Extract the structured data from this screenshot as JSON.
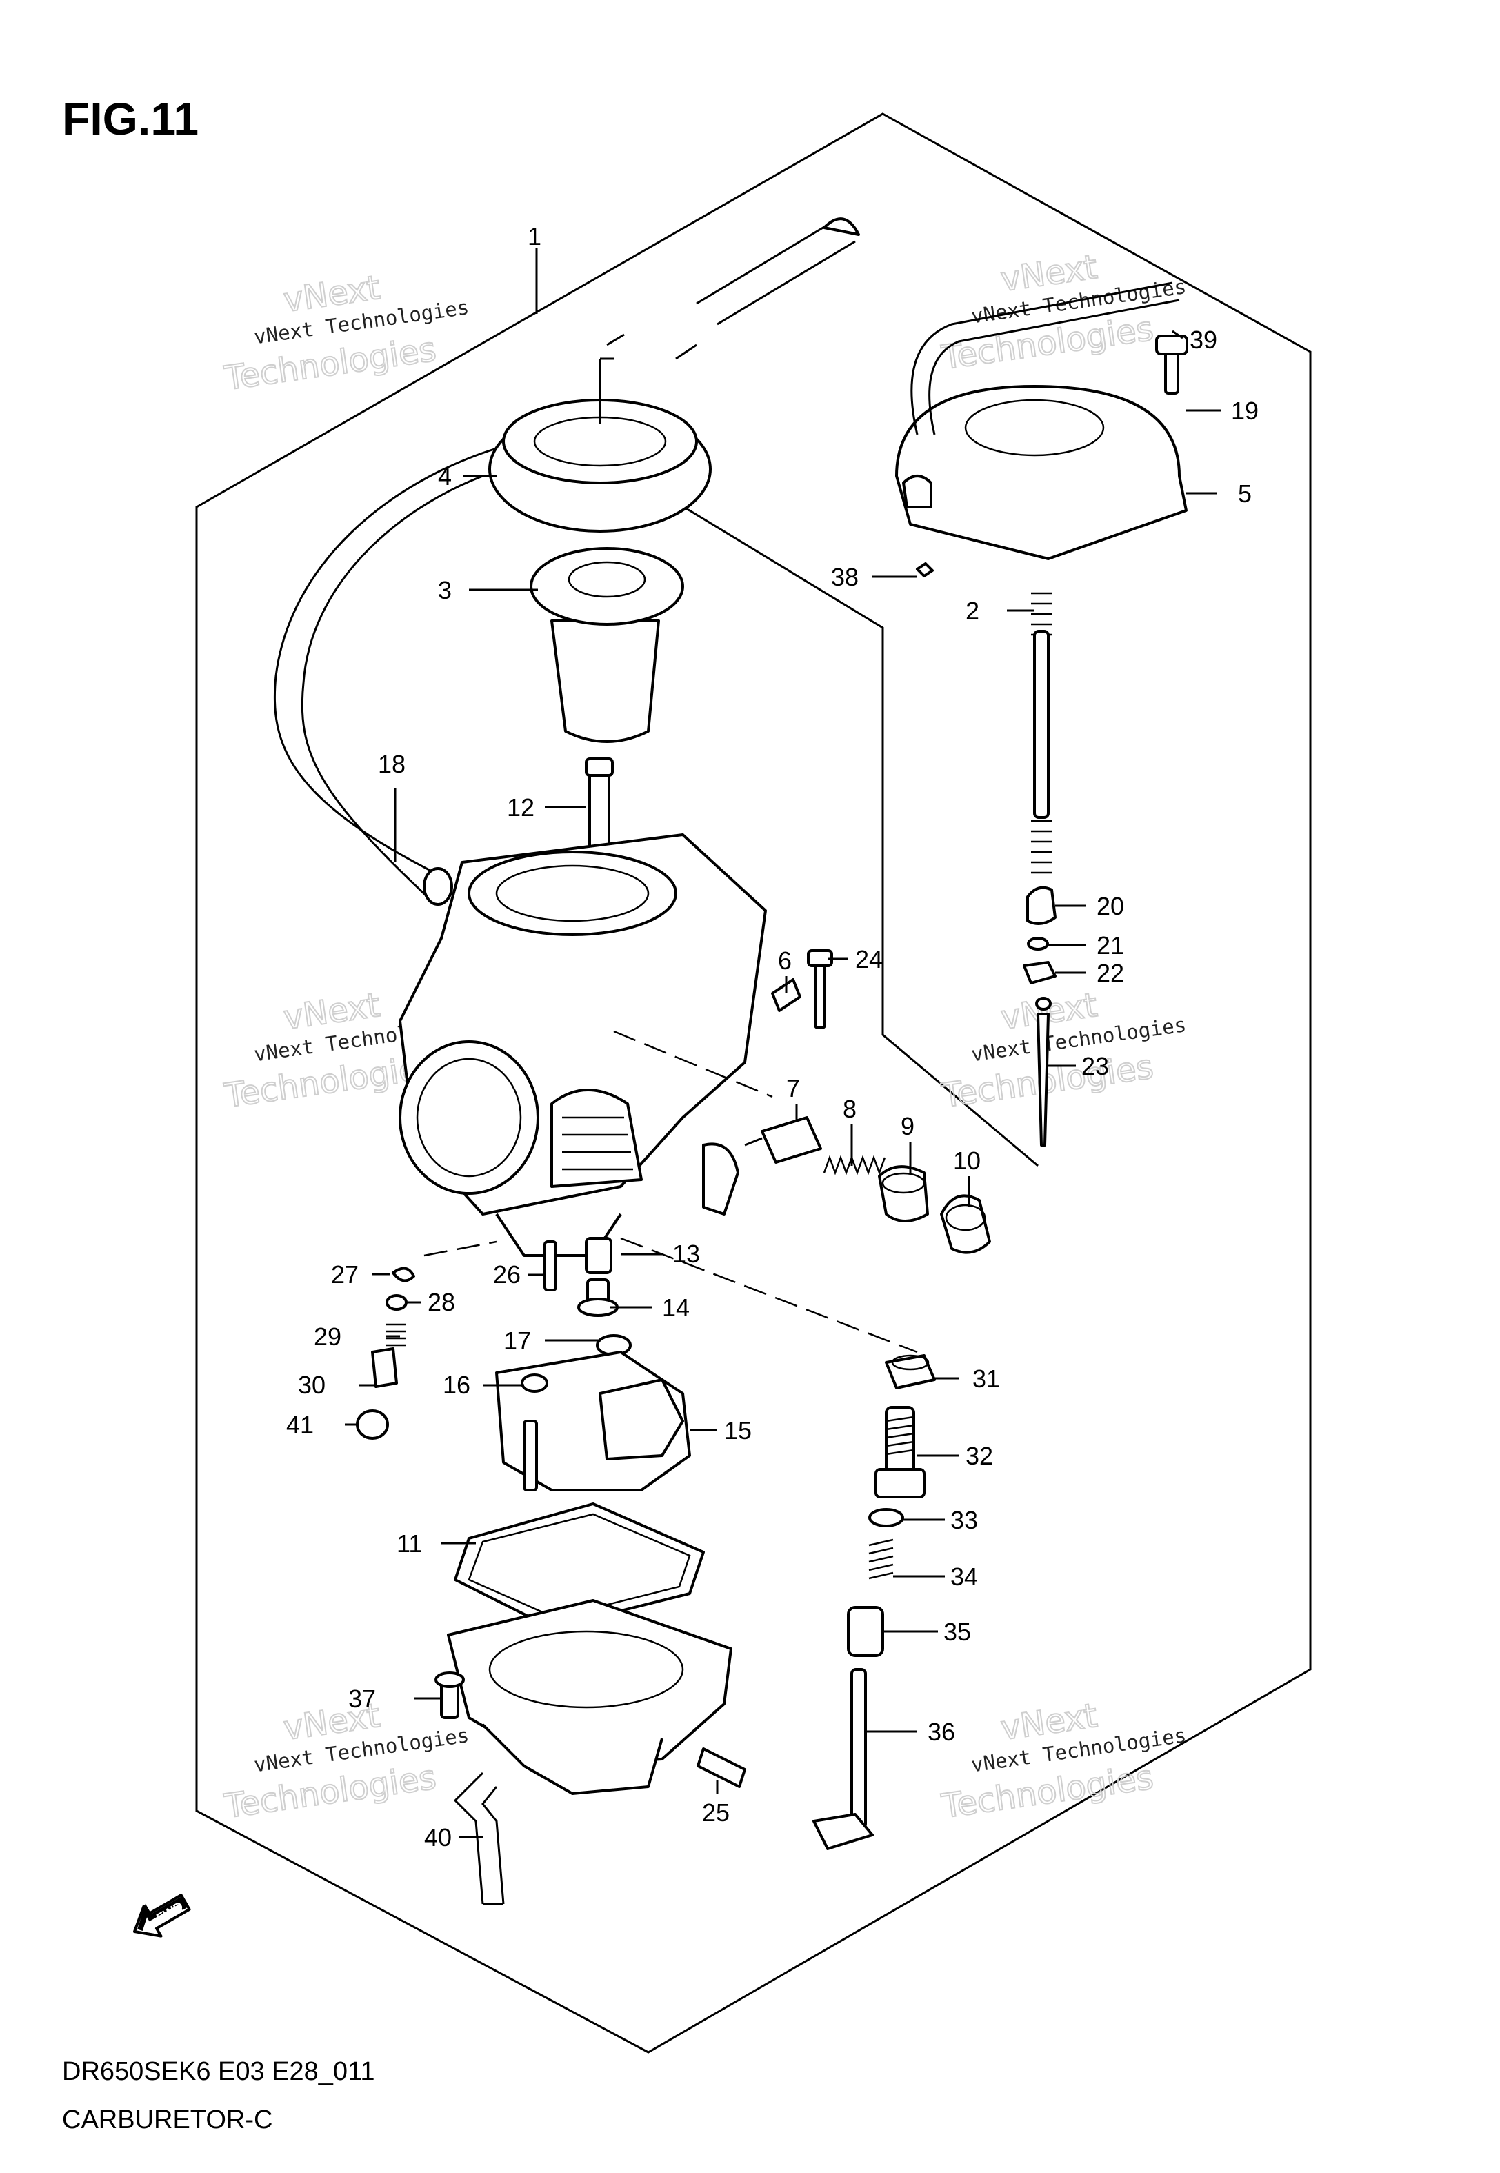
{
  "figure": {
    "title": "FIG.11",
    "model_code": "DR650SEK6 E03 E28_011",
    "caption": "CARBURETOR-C"
  },
  "watermark": {
    "line1": "vNext",
    "line2": "vNext Technologies",
    "line3": "Technologies"
  },
  "fwd_label": "FWD",
  "callouts": [
    "1",
    "2",
    "3",
    "4",
    "5",
    "6",
    "7",
    "8",
    "9",
    "10",
    "11",
    "12",
    "13",
    "14",
    "15",
    "16",
    "17",
    "18",
    "19",
    "20",
    "21",
    "22",
    "23",
    "24",
    "25",
    "26",
    "27",
    "28",
    "29",
    "30",
    "31",
    "32",
    "33",
    "34",
    "35",
    "36",
    "37",
    "38",
    "39",
    "40",
    "41"
  ]
}
